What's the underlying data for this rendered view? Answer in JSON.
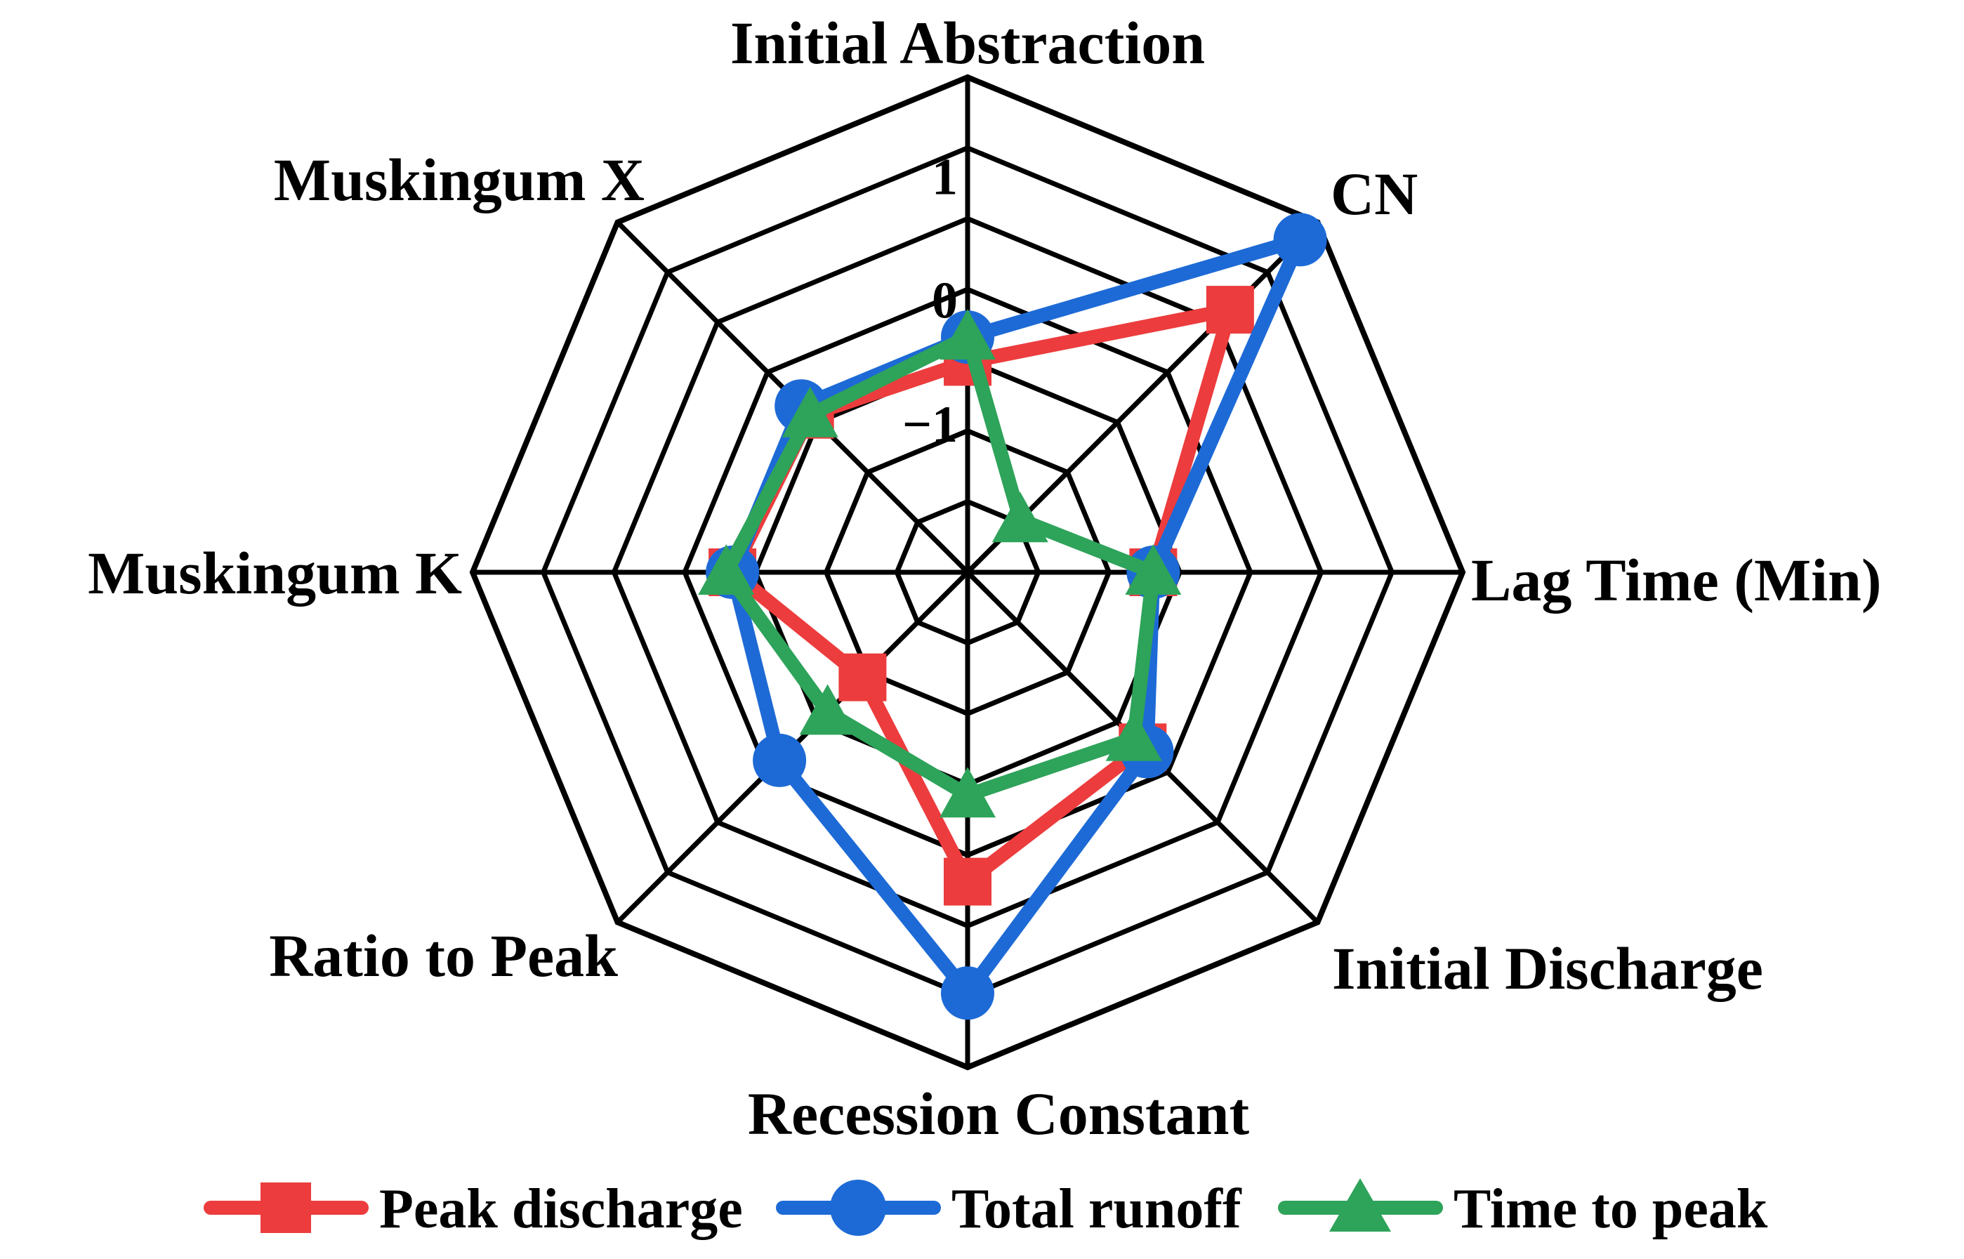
{
  "chart_data": {
    "type": "radar",
    "axes": [
      "Initial Abstraction",
      "CN",
      "Lag Time (Min)",
      "Initial Discharge",
      "Recession Constant",
      "Ratio to Peak",
      "Muskingum K",
      "Muskingum X"
    ],
    "rlim": [
      -2,
      2
    ],
    "ticks": [
      {
        "value": -1,
        "label": "−1"
      },
      {
        "value": 0,
        "label": "0"
      },
      {
        "value": 1,
        "label": "1"
      }
    ],
    "grid": true,
    "series": [
      {
        "name": "Peak discharge",
        "color": "#ec3c3d",
        "marker": "square",
        "values": [
          -0.3,
          1.0,
          -0.5,
          0.0,
          0.5,
          -0.8,
          -0.1,
          -0.2
        ]
      },
      {
        "name": "Total runoff",
        "color": "#1d6ad6",
        "marker": "circle",
        "values": [
          -0.1,
          1.8,
          -0.5,
          0.05,
          1.4,
          0.15,
          -0.1,
          -0.1
        ]
      },
      {
        "name": "Time to peak",
        "color": "#2ea35a",
        "marker": "triangle",
        "values": [
          -0.1,
          -1.4,
          -0.5,
          -0.1,
          -0.2,
          -0.4,
          -0.05,
          -0.2
        ]
      }
    ],
    "legend_position": "bottom"
  }
}
